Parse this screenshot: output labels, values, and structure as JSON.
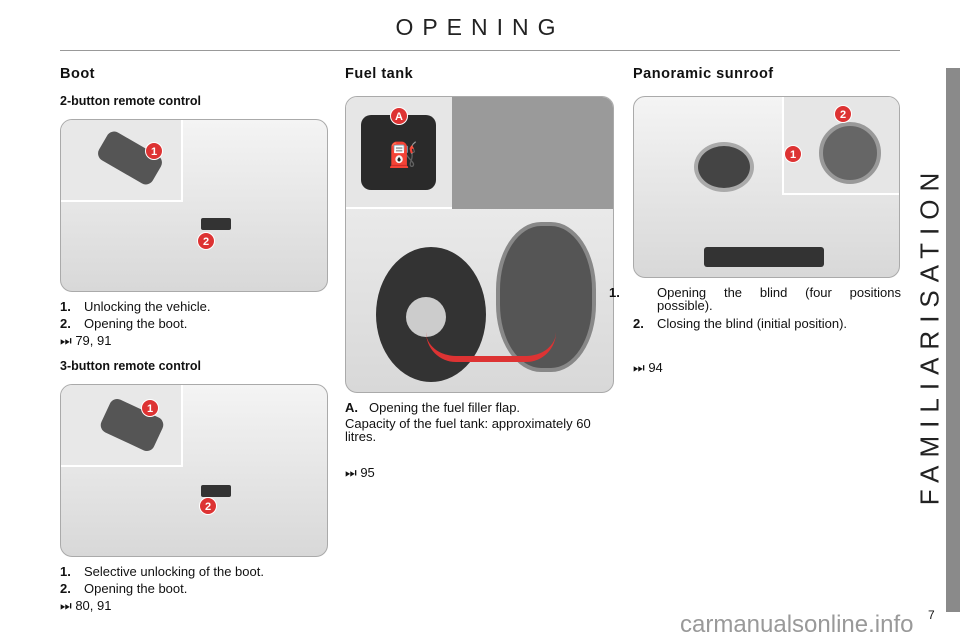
{
  "title": "OPENING",
  "side_tab": "FAMILIARISATION",
  "page_number": "7",
  "watermark": "carmanualsonline.info",
  "boot": {
    "heading": "Boot",
    "two_button": {
      "heading": "2-button remote control",
      "markers": [
        "1",
        "2"
      ],
      "items": [
        {
          "num": "1.",
          "text": "Unlocking the vehicle."
        },
        {
          "num": "2.",
          "text": "Opening the boot."
        }
      ],
      "ref": "79, 91"
    },
    "three_button": {
      "heading": "3-button remote control",
      "markers": [
        "1",
        "2"
      ],
      "items": [
        {
          "num": "1.",
          "text": "Selective unlocking of the boot."
        },
        {
          "num": "2.",
          "text": "Opening the boot."
        }
      ],
      "ref": "80, 91"
    }
  },
  "fuel": {
    "heading": "Fuel tank",
    "marker": "A",
    "items": [
      {
        "num": "A.",
        "text": "Opening the fuel filler flap."
      }
    ],
    "capacity": "Capacity of the fuel tank: approximately 60 litres.",
    "ref": "95"
  },
  "sunroof": {
    "heading": "Panoramic sunroof",
    "markers": [
      "1",
      "2"
    ],
    "items": [
      {
        "num": "1.",
        "text": "Opening the blind (four positions possible)."
      },
      {
        "num": "2.",
        "text": "Closing the blind (initial position)."
      }
    ],
    "ref": "94"
  },
  "ref_icon": "fast-forward-icon",
  "colors": {
    "marker": "#dd3333",
    "side_tab": "#8a8a8a"
  }
}
